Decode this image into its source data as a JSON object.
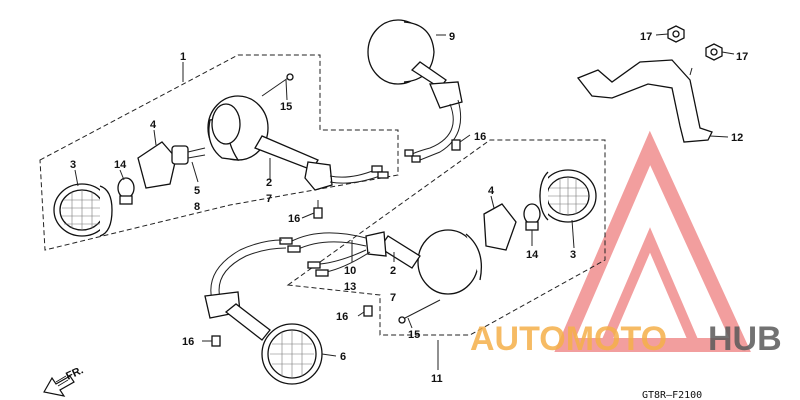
{
  "labels": {
    "l1": "1",
    "l2a": "2",
    "l7a": "7",
    "l3a": "3",
    "l4a": "4",
    "l14a": "14",
    "l5": "5",
    "l8": "8",
    "l15a": "15",
    "l16a": "16",
    "l9": "9",
    "l16b": "16",
    "l17a": "17",
    "l17b": "17",
    "l12": "12",
    "l4b": "4",
    "l14b": "14",
    "l3b": "3",
    "l10": "10",
    "l13": "13",
    "l2b": "2",
    "l7b": "7",
    "l16c": "16",
    "l15b": "15",
    "l16d": "16",
    "l6": "6",
    "l11": "11"
  },
  "direction": {
    "text": "FR.",
    "icon": "arrow-left-down-icon"
  },
  "diagram_code": "GT8R—F2100",
  "watermark": {
    "part1": "AUTOMOTO",
    "part2": "HUB",
    "color_primary": "#f5b04a",
    "color_secondary": "#5a5a5a",
    "logo_color": "#e85050"
  }
}
